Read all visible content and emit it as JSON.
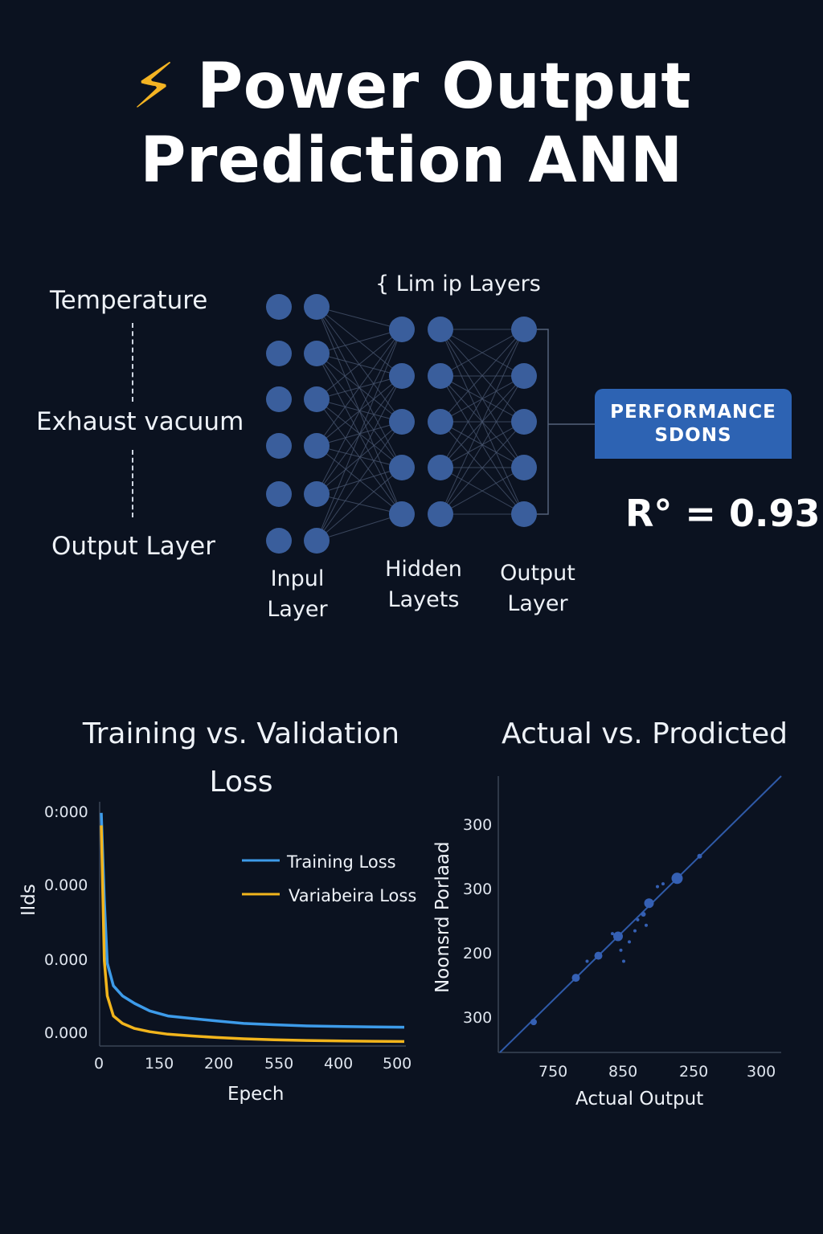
{
  "title": {
    "icon": "lightning-bolt-icon",
    "line1": "Power Output",
    "line2": "Prediction ANN"
  },
  "features": [
    "Temperature",
    "Exhaust vacuum",
    "Output Layer"
  ],
  "network": {
    "top_label": "{ Lim ip Layers",
    "input_label_1": "Inpul",
    "input_label_2": "Layer",
    "hidden_label_1": "Hidden",
    "hidden_label_2": "Layets",
    "output_label_1": "Output",
    "output_label_2": "Layer",
    "node_color": "#3a5e9c"
  },
  "performance": {
    "line1": "PERFORMANCE",
    "line2": "SDONS",
    "metric": "R° = 0.93",
    "box_color": "#2d63b3"
  },
  "chart_data": [
    {
      "type": "line",
      "title_line1": "Training vs. Validation",
      "title_line2": "Loss",
      "xlabel": "Epech",
      "ylabel": "Ilds",
      "x_tick_labels": [
        "0",
        "150",
        "200",
        "550",
        "400",
        "500"
      ],
      "y_tick_labels": [
        "0:000",
        "0.000",
        "0.000",
        "0.000"
      ],
      "legend_placement": "top-right",
      "series": [
        {
          "name": "Training Loss",
          "color": "#3d9be9",
          "values": [
            0.93,
            0.58,
            0.33,
            0.24,
            0.2,
            0.17,
            0.14,
            0.12,
            0.11,
            0.1,
            0.09,
            0.085,
            0.08,
            0.078,
            0.076,
            0.075
          ]
        },
        {
          "name": "Variabeira Loss",
          "color": "#f2b51c",
          "values": [
            0.88,
            0.34,
            0.2,
            0.12,
            0.09,
            0.07,
            0.057,
            0.047,
            0.04,
            0.034,
            0.029,
            0.025,
            0.022,
            0.02,
            0.019,
            0.018
          ]
        }
      ]
    },
    {
      "type": "scatter",
      "title": "Actual vs. Prodicted",
      "xlabel": "Actual Output",
      "ylabel": "Noonsrd Porlaad",
      "x_tick_labels": [
        "750",
        "850",
        "250",
        "300"
      ],
      "y_tick_labels": [
        "300",
        "300",
        "200",
        "300"
      ],
      "point_color": "#3560b4",
      "points": [
        [
          0.12,
          0.11,
          4
        ],
        [
          0.27,
          0.27,
          5
        ],
        [
          0.35,
          0.35,
          5
        ],
        [
          0.42,
          0.42,
          6
        ],
        [
          0.53,
          0.54,
          6
        ],
        [
          0.63,
          0.63,
          7
        ],
        [
          0.71,
          0.71,
          3
        ],
        [
          0.31,
          0.33,
          2
        ],
        [
          0.43,
          0.37,
          2
        ],
        [
          0.46,
          0.4,
          2
        ],
        [
          0.48,
          0.44,
          2
        ],
        [
          0.49,
          0.48,
          2
        ],
        [
          0.51,
          0.5,
          3
        ],
        [
          0.56,
          0.6,
          2
        ],
        [
          0.58,
          0.61,
          2
        ],
        [
          0.44,
          0.33,
          2
        ],
        [
          0.4,
          0.43,
          2
        ],
        [
          0.52,
          0.46,
          2
        ]
      ]
    }
  ]
}
